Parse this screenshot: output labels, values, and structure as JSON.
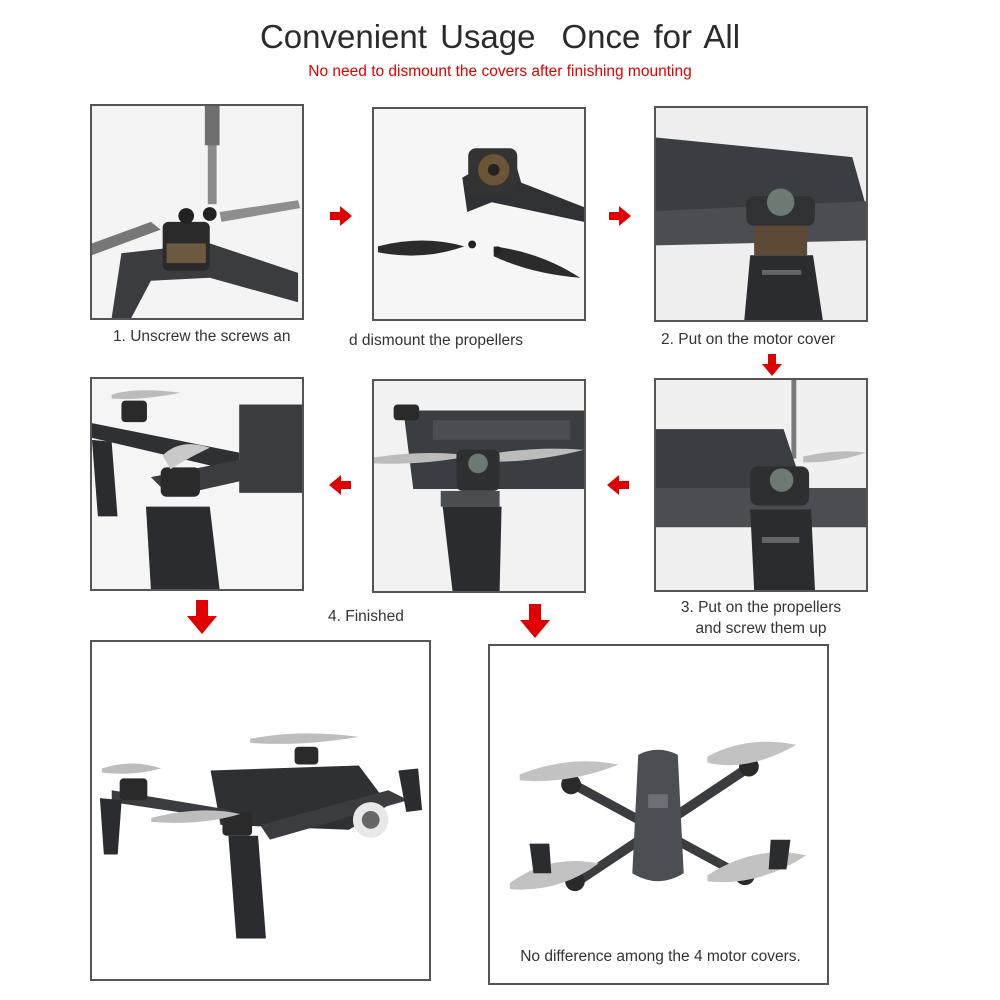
{
  "header": {
    "title_part1": "Convenient Usage",
    "title_part2": "Once for All",
    "subtitle": "No need to dismount the covers after finishing mounting"
  },
  "steps": {
    "step1_caption_a": "1. Unscrew the screws an",
    "step1_caption_b": "d dismount the propellers",
    "step2_caption": "2. Put on the motor cover",
    "step3_caption_line1": "3. Put on the propellers",
    "step3_caption_line2": "and screw them up",
    "step4_caption": "4. Finished"
  },
  "footer": {
    "note": "No difference among the 4 motor covers."
  },
  "colors": {
    "accent": "#e00000",
    "drone_body": "#2e3033",
    "frame": "#555555"
  }
}
